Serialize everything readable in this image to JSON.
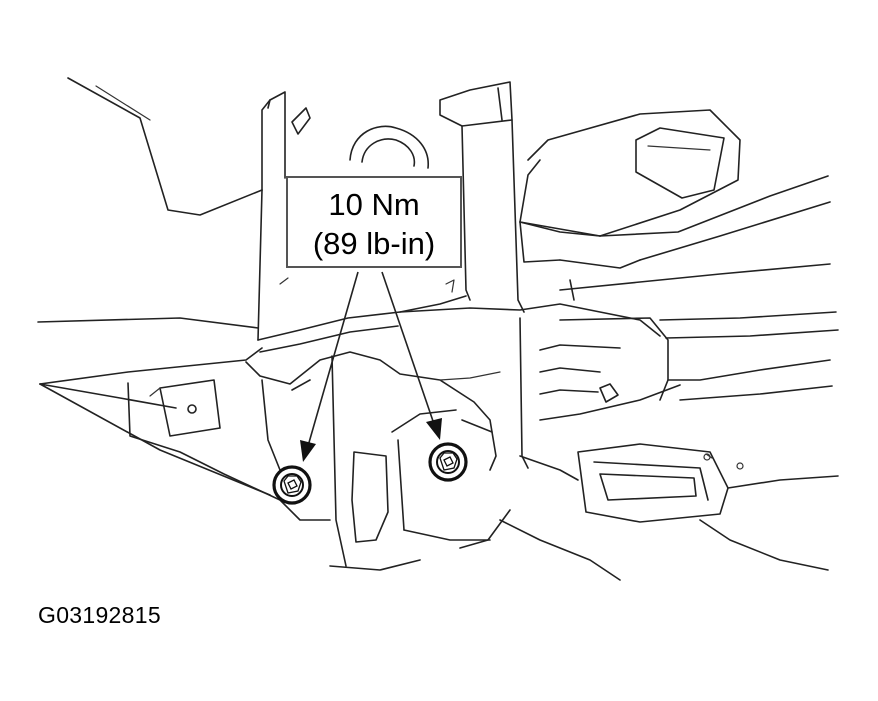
{
  "callout": {
    "torque_metric": "10 Nm",
    "torque_imperial": "(89 lb-in)"
  },
  "figure_id": "G03192815",
  "fasteners": [
    {
      "name": "left-bolt"
    },
    {
      "name": "right-bolt"
    }
  ]
}
